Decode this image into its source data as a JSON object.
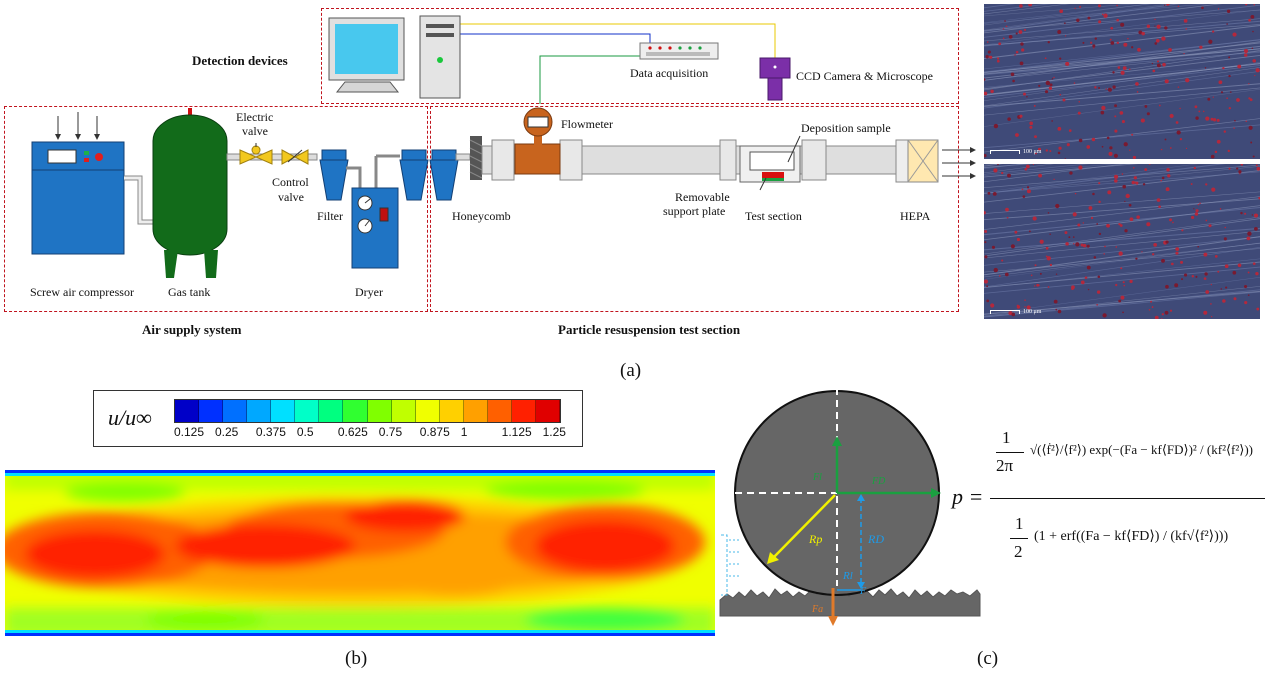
{
  "panel_a": {
    "sections": {
      "detection": "Detection devices",
      "air_supply": "Air supply system",
      "resuspension": "Particle resuspension test section"
    },
    "labels": {
      "data_acquisition": "Data acquisition",
      "ccd_camera": "CCD Camera & Microscope",
      "flowmeter": "Flowmeter",
      "electric_valve_1": "Electric",
      "electric_valve_2": "valve",
      "control_valve_1": "Control",
      "control_valve_2": "valve",
      "filter": "Filter",
      "dryer": "Dryer",
      "honeycomb": "Honeycomb",
      "deposition_sample": "Deposition sample",
      "removable_plate_1": "Removable",
      "removable_plate_2": "support plate",
      "test_section": "Test section",
      "hepa": "HEPA",
      "screw_compressor": "Screw air compressor",
      "gas_tank": "Gas tank"
    },
    "micro_scale": "100 μm",
    "caption": "(a)"
  },
  "panel_b": {
    "colorbar_label": "u/u∞",
    "ticks": [
      "0.125",
      "0.25",
      "0.375",
      "0.5",
      "0.625",
      "0.75",
      "0.875",
      "1",
      "1.125",
      "1.25"
    ],
    "colors": [
      "#0000c8",
      "#0030ff",
      "#0070ff",
      "#00a8ff",
      "#00e0ff",
      "#00ffc8",
      "#00ff80",
      "#30ff30",
      "#80ff00",
      "#c0ff00",
      "#f0ff00",
      "#ffd000",
      "#ffa000",
      "#ff6000",
      "#ff2000",
      "#e00000"
    ],
    "caption": "(b)"
  },
  "panel_c": {
    "labels": {
      "Fl": "Fl",
      "Fd": "FD",
      "Rp": "Rp",
      "RD": "RD",
      "Rl": "Rl",
      "Fa": "Fa",
      "F": "F"
    },
    "equation": {
      "lhs": "p =",
      "num_frac_1": "1",
      "num_frac_den": "2π",
      "num_body": "√(⟨ḟ²⟩/⟨f²⟩) exp(−(Fa − kf⟨FD⟩)² / (kf²⟨f²⟩))",
      "den_frac_1": "1",
      "den_frac_den": "2",
      "den_body": "(1 + erf((Fa − kf⟨FD⟩) / (kf√⟨f²⟩)))"
    },
    "caption": "(c)"
  }
}
